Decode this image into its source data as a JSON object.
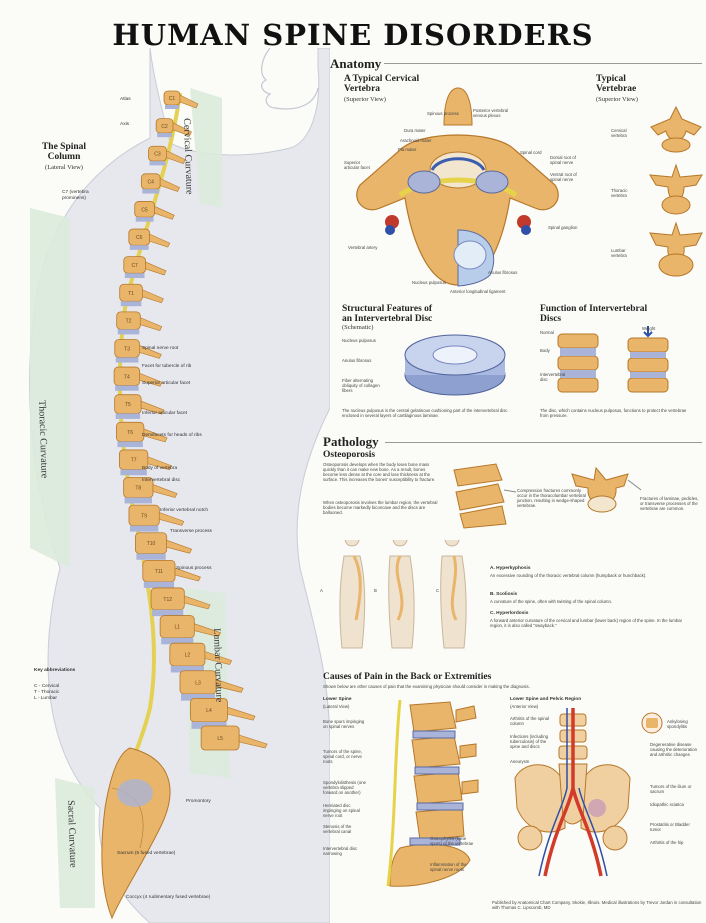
{
  "title": "HUMAN SPINE DISORDERS",
  "left": {
    "spinal_column_title": "The Spinal Column",
    "spinal_column_sub": "(Lateral View)",
    "curvatures": [
      "Cervical Curvature",
      "Thoracic Curvature",
      "Lumbar Curvature",
      "Sacral Curvature"
    ],
    "labels": [
      "Atlas",
      "Axis",
      "C7 (vertebra prominens)",
      "Spinal nerve root",
      "Facet for tubercle of rib",
      "Superior articular facet",
      "Inferior articular facet",
      "Demifacets for heads of ribs",
      "Body of vertebra",
      "Intervertebral disc",
      "Inferior vertebral notch",
      "Transverse process",
      "Spinous process",
      "Promontory",
      "Sacrum (5 fused vertebrae)",
      "Coccyx (4 rudimentary fused vertebrae)"
    ],
    "key_title": "Key abbreviations",
    "key_items": [
      "C - Cervical",
      "T - Thoracic",
      "L - Lumbar"
    ],
    "vert_labels": [
      "C1",
      "C2",
      "C3",
      "C4",
      "C5",
      "C6",
      "C7",
      "T1",
      "T2",
      "T3",
      "T4",
      "T5",
      "T6",
      "T7",
      "T8",
      "T9",
      "T10",
      "T11",
      "T12",
      "L1",
      "L2",
      "L3",
      "L4",
      "L5"
    ]
  },
  "anatomy": {
    "heading": "Anatomy",
    "cervical_title": "A Typical Cervical Vertebra",
    "cervical_sub": "(Superior View)",
    "cervical_labels": [
      "Spinous process",
      "Posterior vertebral venous plexus",
      "Dura mater",
      "Arachnoid mater",
      "Pia mater",
      "Superior articular facet",
      "Vertebral artery",
      "Spinal cord",
      "Dorsal root of spinal nerve",
      "Ventral root of spinal nerve",
      "Nucleus pulposus",
      "Anulus fibrosus",
      "Spinal ganglion",
      "Anterior longitudinal ligament"
    ],
    "typical_title": "Typical Vertebrae",
    "typical_sub": "(Superior View)",
    "typical_labels": [
      "Cervical vertebra",
      "Thoracic vertebra",
      "Lumbar vertebra"
    ],
    "disc_title": "Structural Features of an Intervertebral Disc",
    "disc_sub": "(Schematic)",
    "disc_labels": [
      "Nucleus pulposus",
      "Anulus fibrosus",
      "Fiber alternating obliquity of collagen fibers"
    ],
    "disc_text": "The nucleus pulposus is the central gelatinous cushioning part of the intervertebral disc enclosed in several layers of cartilaginous laminae.",
    "function_title": "Function of Intervertebral Discs",
    "function_labels": [
      "Normal",
      "Weight",
      "Body",
      "Intervertebral disc"
    ],
    "function_text": "The disc, which contains nucleus pulposus, functions to protect the vertebrae from pressure."
  },
  "pathology": {
    "heading": "Pathology",
    "osteo_title": "Osteoporosis",
    "osteo_text": "Osteoporosis develops when the body loses bone mass quickly than it can make new bone. As a result, bones become less dense at the core and lose thickness at the surface. This increases the bones' susceptibility to fracture.",
    "osteo_text2": "When osteoporosis involves the lumbar region, the vertebral bodies become markedly biconcave and the discs are ballooned.",
    "compression_label": "Compression fractures commonly occur in the thoracolumbar vertebral junction, resulting in wedge-shaped vertebrae.",
    "fracture_label": "Fractures of laminae, pedicles, or transverse processes of the vertebrae are common.",
    "figure_letters": [
      "A",
      "B",
      "C"
    ],
    "items": [
      {
        "title": "A. Hyperkyphosis",
        "text": "An excessive rounding of the thoracic vertebral column (humpback or hunchback)."
      },
      {
        "title": "B. Scoliosis",
        "text": "A curvature of the spine, often with twisting of the spinal column."
      },
      {
        "title": "C. Hyperlordosis",
        "text": "A forward anterior curvature of the cervical and lumbar (lower back) region of the spine. In the lumbar region, it is also called \"swayback.\""
      }
    ]
  },
  "causes": {
    "title": "Causes of Pain in the Back or Extremities",
    "intro": "Shown below are other causes of pain that the examining physician should consider in making the diagnosis.",
    "lumbar_title": "Lower Spine",
    "lumbar_sub": "(Lateral View)",
    "lumbar_labels": [
      "Bone spurs impinging on spinal nerves",
      "Tumors of the spine, spinal cord, or nerve roots",
      "Spondylolisthesis (one vertebra slipped forward on another)",
      "Herniated disc impinging on spinal nerve root",
      "Stenosis of the vertebral canal",
      "Osteophytes (bone spurs) of the vertebrae",
      "Intervertebral disc narrowing",
      "Inflammation of the spinal nerve roots"
    ],
    "pelvis_title": "Lower Spine and Pelvic Region",
    "pelvis_sub": "(Anterior View)",
    "pelvis_labels": [
      "Arthritis of the spinal column",
      "Infections (including tuberculosis) of the spine and discs",
      "Aneurysm",
      "Ankylosing spondylitis",
      "Degenerative disease causing the deterioration and arthritic changes",
      "Tumors of the ilium or sacrum",
      "Idiopathic sciatica",
      "Prostatitis or Bladder tumor",
      "Arthritis of the hip"
    ],
    "footer": "Published by Anatomical Chart Company, Skokie, Illinois. Medical illustrations by Trevor Jordan in consultation with Thomas C. Lipscomb, MD"
  },
  "colors": {
    "bone": "#e9b56a",
    "bone_dark": "#b6782a",
    "disc": "#aab4d8",
    "band": "#dfeee0",
    "skin": "#e7e9ee",
    "nerve": "#e6d34a",
    "artery": "#d23a2a"
  }
}
